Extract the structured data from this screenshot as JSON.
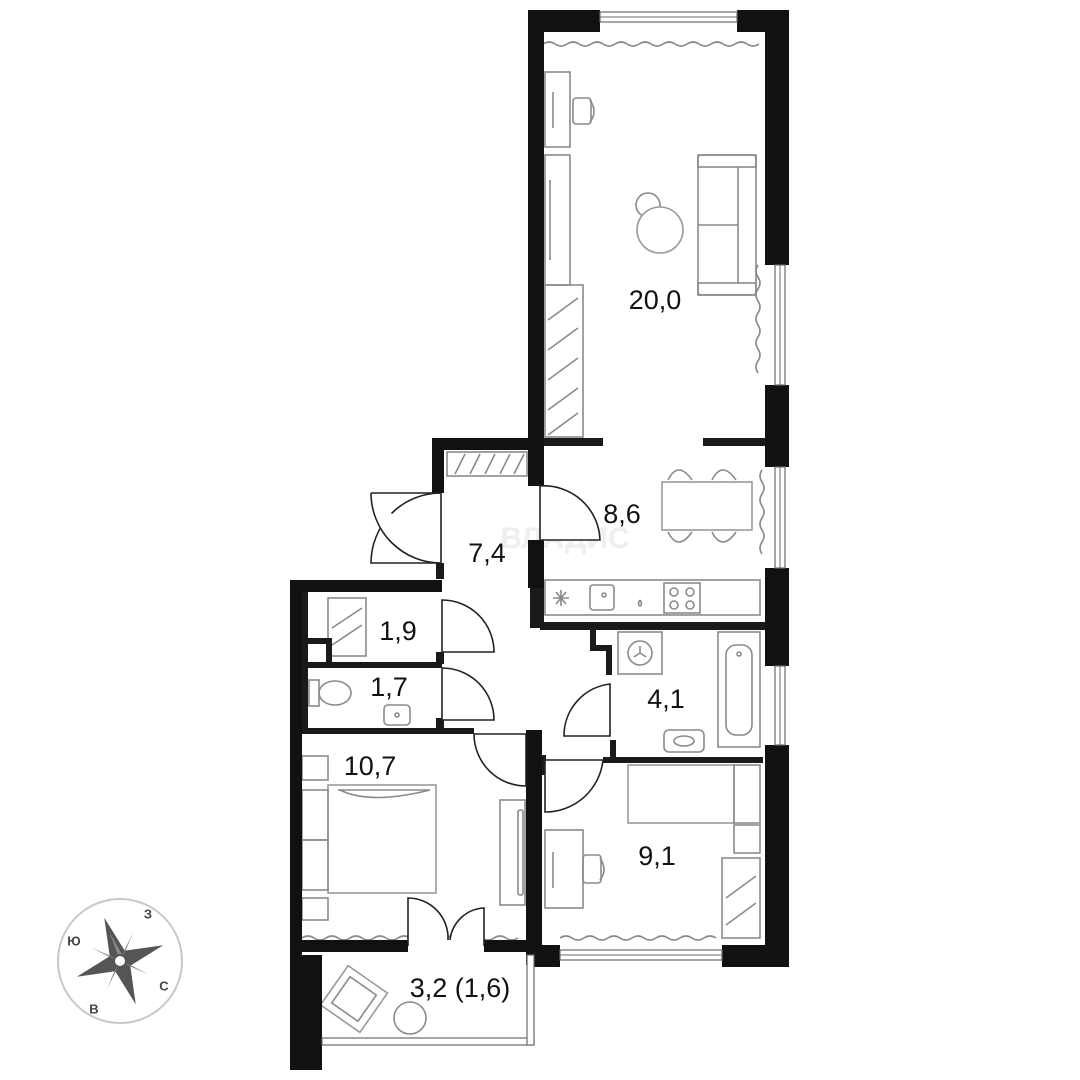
{
  "watermark": "ВЛАДИС",
  "rooms": [
    {
      "id": "living-room",
      "area": "20,0"
    },
    {
      "id": "kitchen",
      "area": "8,6"
    },
    {
      "id": "hallway",
      "area": "7,4"
    },
    {
      "id": "storage",
      "area": "1,9"
    },
    {
      "id": "toilet",
      "area": "1,7"
    },
    {
      "id": "bathroom",
      "area": "4,1"
    },
    {
      "id": "bedroom-main",
      "area": "10,7"
    },
    {
      "id": "bedroom-small",
      "area": "9,1"
    },
    {
      "id": "balcony",
      "area": "3,2 (1,6)"
    }
  ],
  "compass": {
    "north": "С",
    "south": "Ю",
    "west": "З",
    "east": "В"
  },
  "icons": [
    "compass-rose-icon",
    "sink-icon",
    "stove-icon",
    "toilet-icon",
    "bathtub-icon",
    "washing-machine-icon",
    "bed-icon",
    "sofa-icon",
    "desk-chair-icon",
    "dining-table-icon"
  ]
}
